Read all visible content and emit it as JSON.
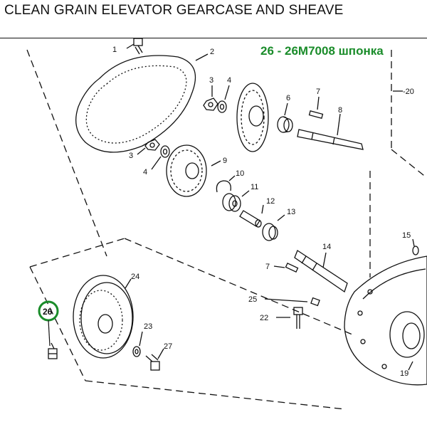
{
  "header": {
    "title": "CLEAN GRAIN ELEVATOR GEARCASE AND SHEAVE",
    "note": "26 - 26M7008 шпонка"
  },
  "highlight": {
    "label": "26",
    "color": "#1a8c2a"
  },
  "callouts": {
    "c1": "1",
    "c2": "2",
    "c3a": "3",
    "c4a": "4",
    "c3b": "3",
    "c4b": "4",
    "c6": "6",
    "c7a": "7",
    "c8": "8",
    "c9": "9",
    "c10": "10",
    "c11": "11",
    "c12": "12",
    "c13": "13",
    "c14": "14",
    "c7b": "7",
    "c15": "15",
    "c20": "-20",
    "c24": "24",
    "c23": "23",
    "c27": "27",
    "c25": "25",
    "c22": "22",
    "c19": "19"
  },
  "colors": {
    "ink": "#111111",
    "accent": "#1a8c2a"
  }
}
